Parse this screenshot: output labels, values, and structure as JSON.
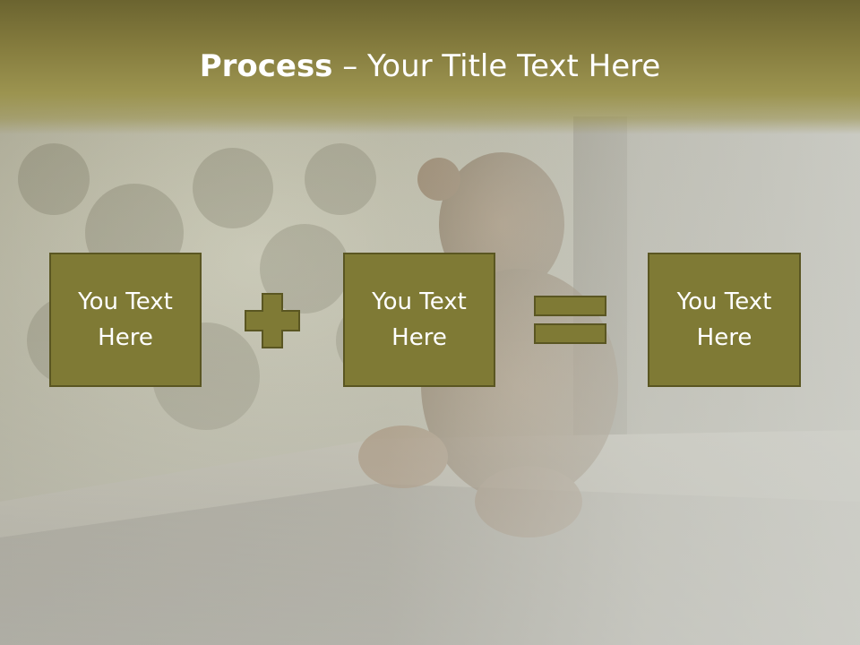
{
  "slide": {
    "title_bold": "Process",
    "title_rest": " – Your Title Text Here",
    "boxes": [
      {
        "label": "You Text Here"
      },
      {
        "label": "You Text Here"
      },
      {
        "label": "You Text Here"
      }
    ],
    "operators": [
      "plus-icon",
      "equals-icon"
    ],
    "colors": {
      "title_band": "#857c3e",
      "box_fill": "#7f7a35",
      "box_border": "#5a5622",
      "text": "#ffffff"
    }
  }
}
